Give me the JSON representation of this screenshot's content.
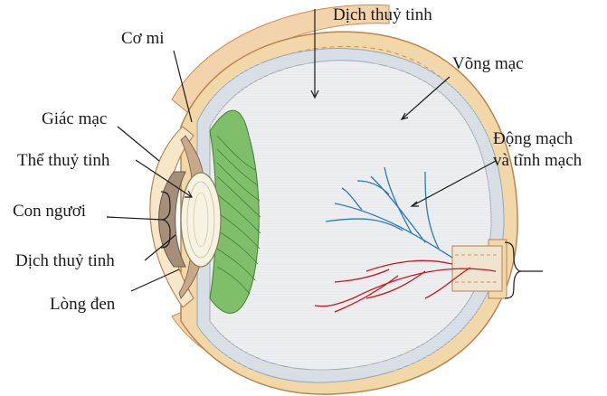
{
  "labels": {
    "vitreous_top": "Dịch thuỷ tinh",
    "eyelash": "Cơ mi",
    "retina": "Võng mạc",
    "cornea": "Giác mạc",
    "vessels_line1": "Động mạch",
    "vessels_line2": "và tĩnh mạch",
    "lens": "Thể thuỷ tinh",
    "pupil": "Con ngươi",
    "aqueous": "Dịch thuỷ tinh",
    "iris": "Lòng đen"
  },
  "colors": {
    "sclera_outer": "#f2d7a8",
    "sclera_band": "#e8b988",
    "choroid": "#d8dee6",
    "vitreous": "#eceef0",
    "ciliary": "#7fbf6a",
    "lens": "#f7f3e2",
    "iris": "#a58f7a",
    "artery": "#d0121c",
    "vein": "#2a7ab8"
  }
}
